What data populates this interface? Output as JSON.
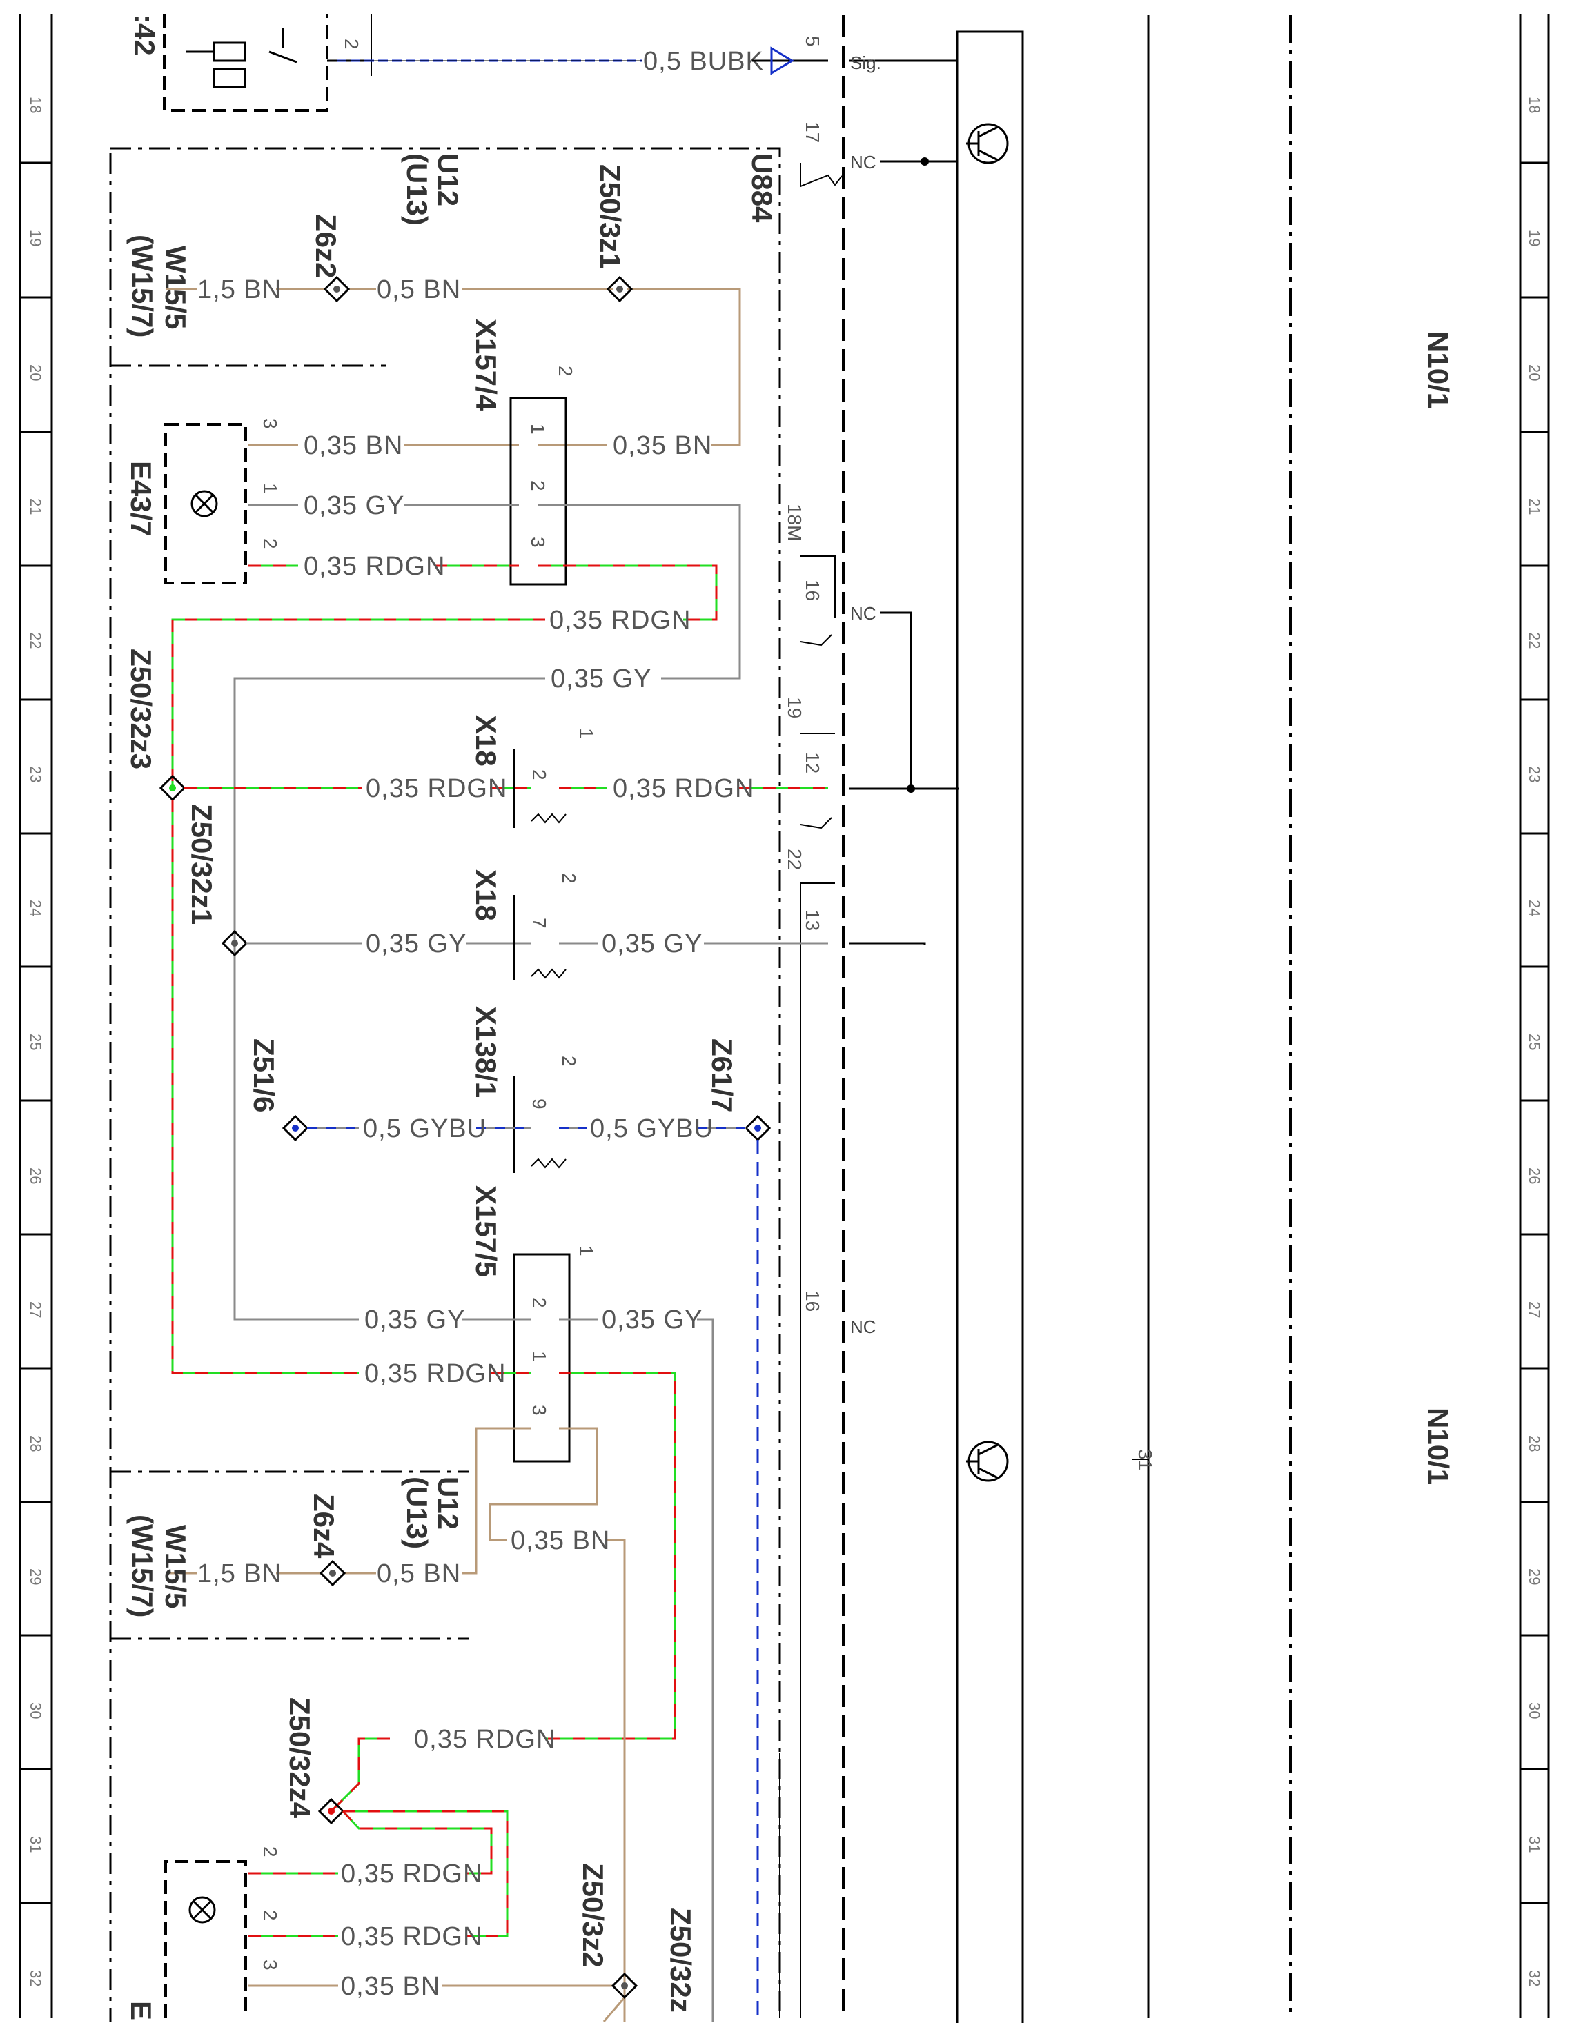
{
  "sheet": {
    "grid_row_labels": [
      "18",
      "19",
      "20",
      "21",
      "22",
      "23",
      "24",
      "25",
      "26",
      "27",
      "28",
      "29",
      "30",
      "31",
      "32"
    ]
  },
  "components": {
    "s42": ":42",
    "u884": "U884",
    "u12_top": "U12",
    "u13_top": "(U13)",
    "u12_bottom": "U12",
    "u13_bottom": "(U13)",
    "w15_5_top": "W15/5",
    "w15_7_top": "(W15/7)",
    "w15_5_bottom": "W15/5",
    "w15_7_bottom": "(W15/7)",
    "z6z2": "Z6z2",
    "z6z4": "Z6z4",
    "z50_3z1": "Z50/3z1",
    "z50_3z2": "Z50/3z2",
    "z50_32_bottom": "Z50/32z",
    "z50_32z3": "Z50/32z3",
    "z50_32z1": "Z50/32z1",
    "z50_32z4": "Z50/32z4",
    "z51_6": "Z51/6",
    "z61_7": "Z61/7",
    "x157_4": "X157/4",
    "x157_5": "X157/5",
    "x18_a": "X18",
    "x18_b": "X18",
    "x138_1": "X138/1",
    "e43_7": "E43/7",
    "e_bottom": "E",
    "n10_1_top": "N10/1",
    "n10_1_bottom": "N10/1",
    "ground_31": "31"
  },
  "wires": {
    "w_bubk": "0,5 BUBK",
    "w_15bn_top": "1,5 BN",
    "w_05bn_top": "0,5 BN",
    "w_035bn_a": "0,35 BN",
    "w_035bn_b": "0,35 BN",
    "w_035gy_a": "0,35 GY",
    "w_035rdgn_a": "0,35 RDGN",
    "w_035rdgn_b": "0,35 RDGN",
    "w_035gy_b": "0,35 GY",
    "w_035rdgn_c": "0,35 RDGN",
    "w_035rdgn_d": "0,35 RDGN",
    "w_035gy_c": "0,35 GY",
    "w_035gy_d": "0,35 GY",
    "w_05gybu_a": "0,5 GYBU",
    "w_05gybu_b": "0,5 GYBU",
    "w_035gy_e": "0,35 GY",
    "w_035gy_f": "0,35 GY",
    "w_035rdgn_e": "0,35 RDGN",
    "w_035bn_c": "0,35 BN",
    "w_15bn_bottom": "1,5 BN",
    "w_05bn_bottom": "0,5 BN",
    "w_035rdgn_f": "0,35 RDGN",
    "w_035rdgn_g": "0,35 RDGN",
    "w_035rdgn_h": "0,35 RDGN",
    "w_035bn_d": "0,35 BN"
  },
  "pins": {
    "p_sig": "Sig.",
    "p_nc1": "NC",
    "p_nc2": "NC",
    "p_nc3": "NC",
    "p5": "5",
    "p17": "17",
    "p18m": "18M",
    "p16a": "16",
    "p19": "19",
    "p12": "12",
    "p22": "22",
    "p13": "13",
    "p16b": "16",
    "p2_top": "2",
    "x157_4_head": "2",
    "x157_4_1": "1",
    "x157_4_2": "2",
    "x157_4_3": "3",
    "e43_3": "3",
    "e43_1": "1",
    "e43_2": "2",
    "x18a_head": "1",
    "x18a_2": "2",
    "x18b_head": "2",
    "x18b_7": "7",
    "x138_head": "2",
    "x138_9": "9",
    "x157_5_head": "1",
    "x157_5_2": "2",
    "x157_5_1": "1",
    "x157_5_3": "3",
    "eb_2a": "2",
    "eb_2b": "2",
    "eb_3": "3"
  },
  "colors": {
    "brown": "#b89a78",
    "gray": "#8a8a8a",
    "blue": "#1530c8",
    "red": "#e01010",
    "green": "#22dd22",
    "black": "#000000"
  }
}
